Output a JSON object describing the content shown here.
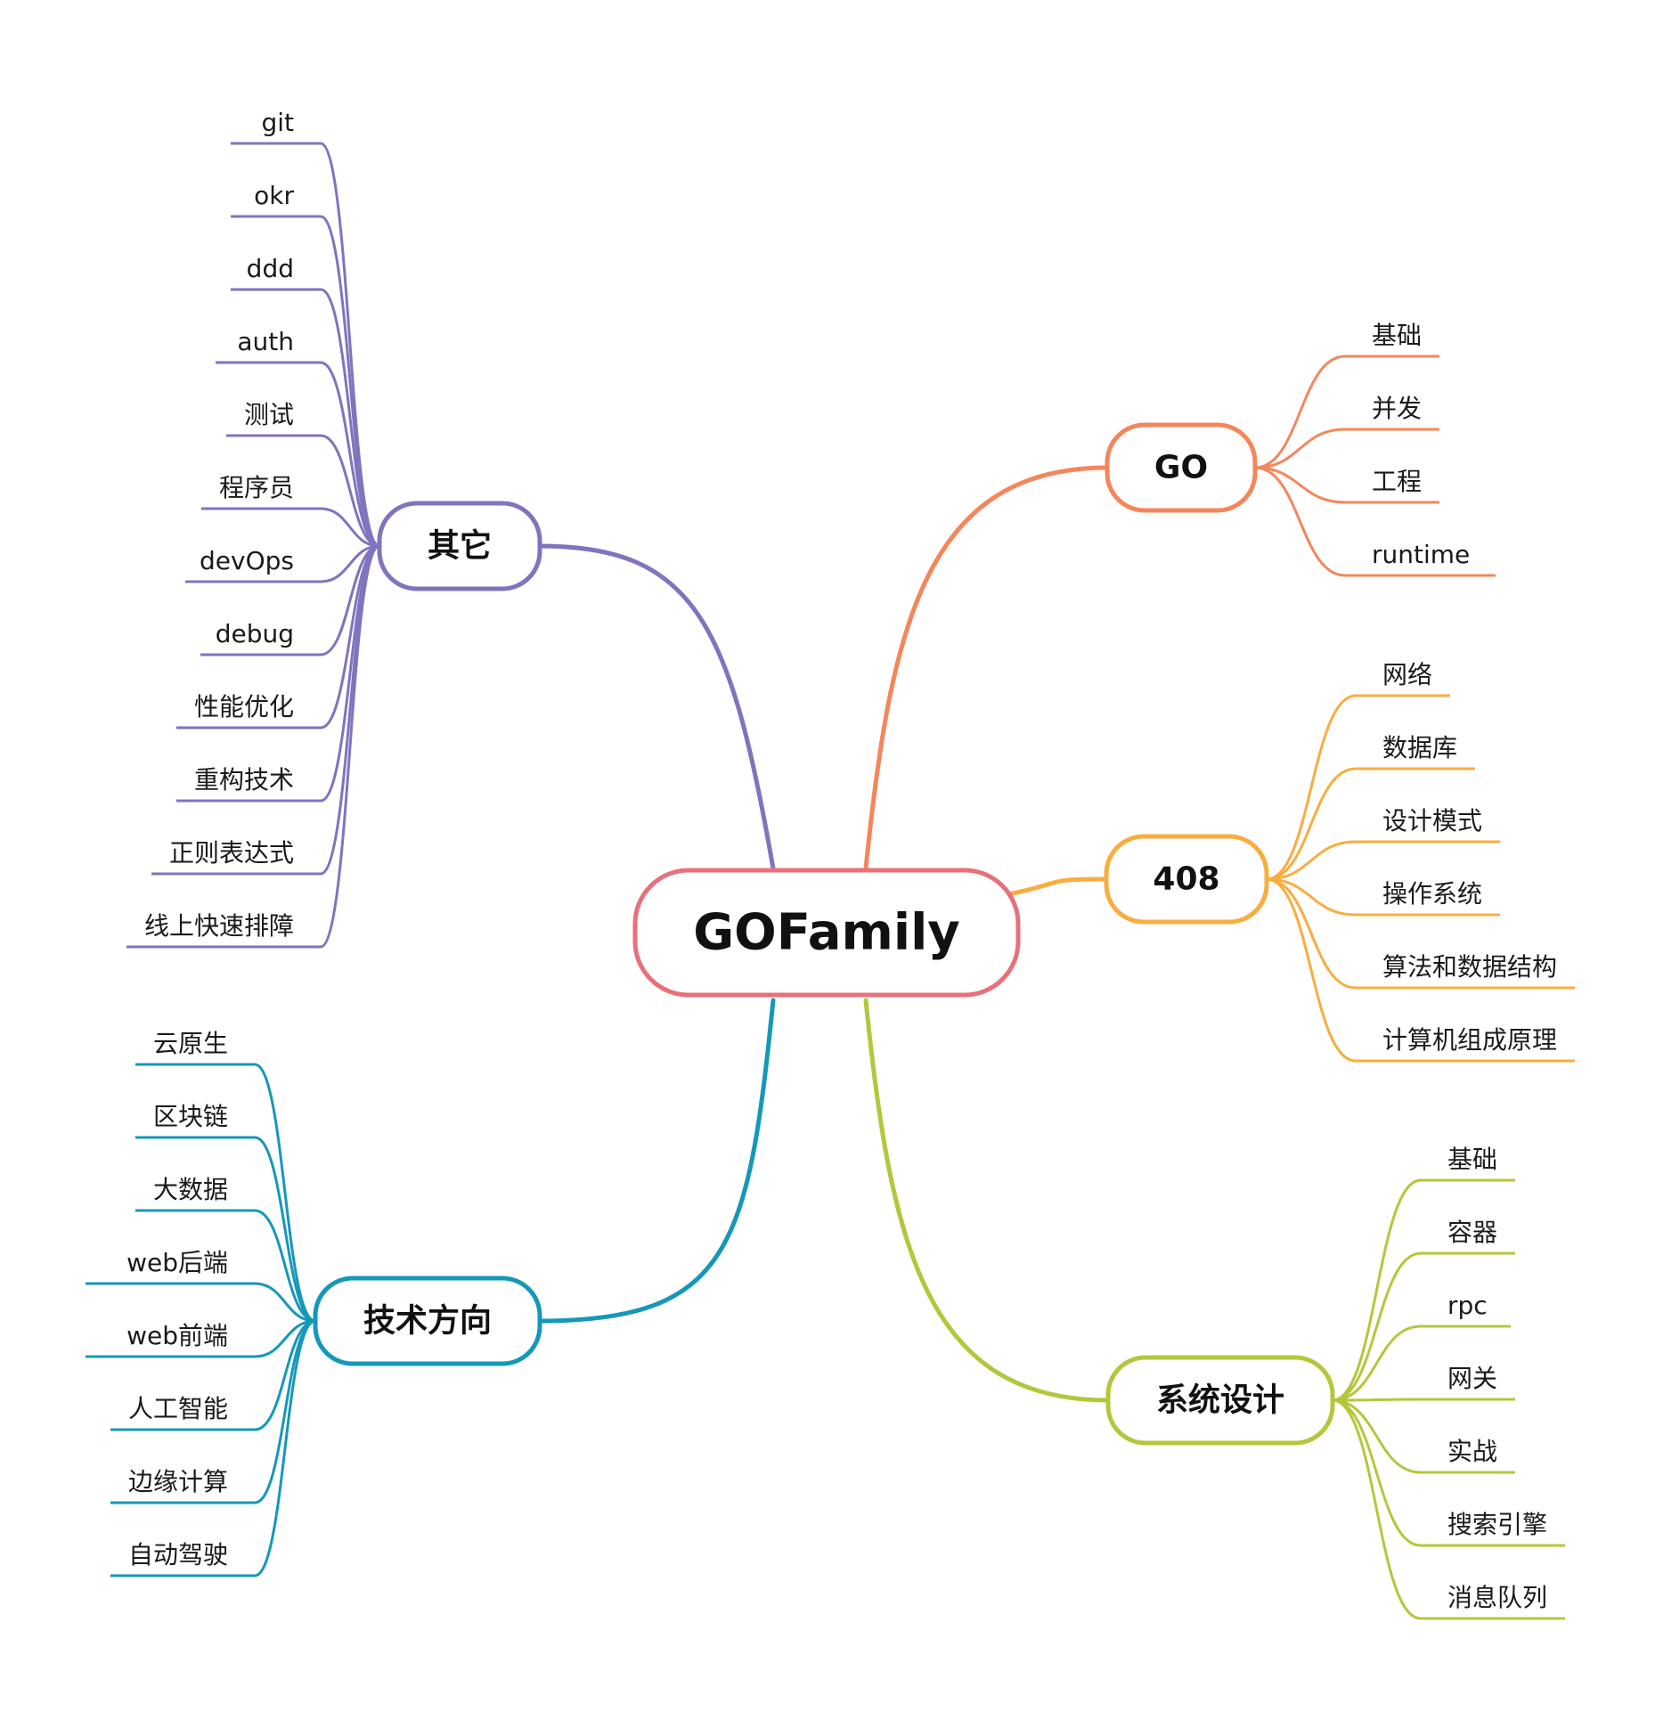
{
  "center": {
    "label": "GOFamily",
    "color": "#e8707a"
  },
  "branches": [
    {
      "id": "go",
      "label": "GO",
      "color": "#f5865a",
      "children": [
        "基础",
        "并发",
        "工程",
        "runtime"
      ]
    },
    {
      "id": "408",
      "label": "408",
      "color": "#f9ad3f",
      "children": [
        "网络",
        "数据库",
        "设计模式",
        "操作系统",
        "算法和数据结构",
        "计算机组成原理"
      ]
    },
    {
      "id": "system-design",
      "label": "系统设计",
      "color": "#b4c73b",
      "children": [
        "基础",
        "容器",
        "rpc",
        "网关",
        "实战",
        "搜索引擎",
        "消息队列"
      ]
    },
    {
      "id": "other",
      "label": "其它",
      "color": "#7f74be",
      "children": [
        "git",
        "okr",
        "ddd",
        "auth",
        "测试",
        "程序员",
        "devOps",
        "debug",
        "性能优化",
        "重构技术",
        "正则表达式",
        "线上快速排障"
      ]
    },
    {
      "id": "tech-direction",
      "label": "技术方向",
      "color": "#1598b8",
      "children": [
        "云原生",
        "区块链",
        "大数据",
        "web后端",
        "web前端",
        "人工智能",
        "边缘计算",
        "自动驾驶"
      ]
    }
  ]
}
